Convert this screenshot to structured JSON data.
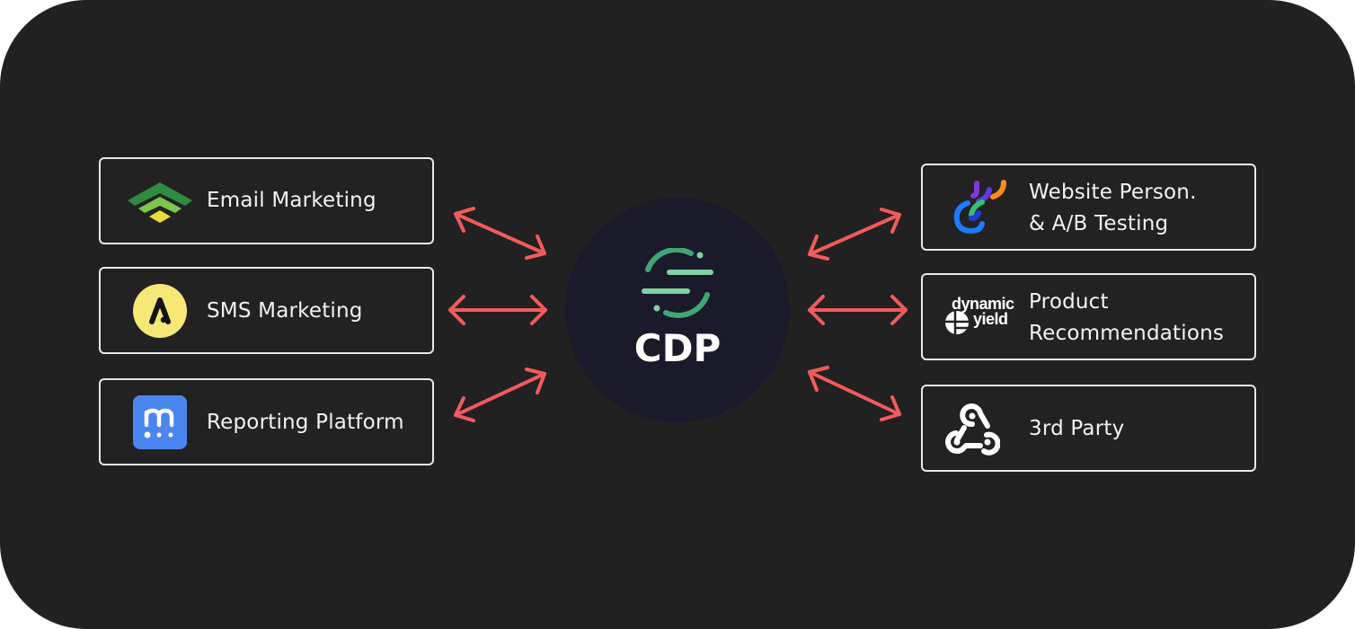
{
  "hub": {
    "label": "CDP",
    "logo_icon": "segment-logo-icon"
  },
  "left_integrations": [
    {
      "label": "Email Marketing",
      "icon": "wifi-signal-logo-icon"
    },
    {
      "label": "SMS Marketing",
      "icon": "attentive-logo-icon"
    },
    {
      "label": "Reporting Platform",
      "icon": "metabase-logo-icon"
    }
  ],
  "right_integrations": [
    {
      "line1": "Website Person.",
      "line2": "& A/B Testing",
      "icon": "optimizely-logo-icon"
    },
    {
      "line1": "Product",
      "line2": "Recommendations",
      "icon": "dynamic-yield-logo-icon",
      "logo_text_1": "dynamic",
      "logo_text_2": "yield"
    },
    {
      "label": "3rd Party",
      "icon": "webhook-icon"
    }
  ],
  "colors": {
    "background": "#222122",
    "card_border": "#e9e9e9",
    "arrow": "#f25b5b",
    "hub": "#1a1a2b",
    "accent_green": "#4caf7e"
  }
}
